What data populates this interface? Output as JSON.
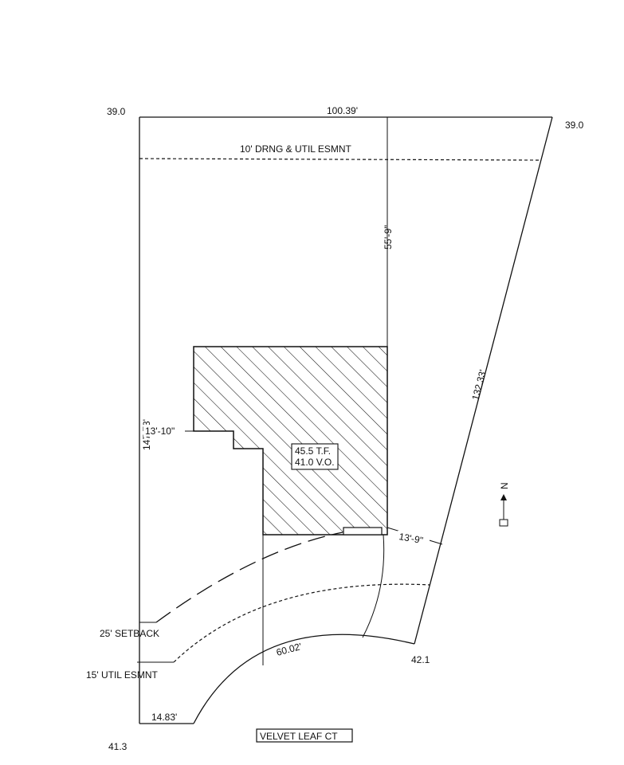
{
  "corners": {
    "top_left": "39.0",
    "top_right": "39.0",
    "bottom_right": "42.1",
    "bottom_left": "41.3"
  },
  "dimensions": {
    "front": "100.39'",
    "left_side": "147.73'",
    "right_side": "132.33'",
    "rear_to_house": "55'-9\"",
    "side_setback": "13'-10\"",
    "front_setback": "13'-9\"",
    "arc_length": "60.02'",
    "bottom_left": "14.83'"
  },
  "easements": {
    "drainage_utility": "10' DRNG & UTIL ESMNT",
    "setback": "25' SETBACK",
    "utility": "15' UTIL ESMNT"
  },
  "house": {
    "top_of_foundation": "45.5 T.F.",
    "vegetation_offset": "41.0 V.O."
  },
  "street": {
    "name": "VELVET LEAF CT"
  },
  "north_arrow": {
    "label": "N"
  }
}
